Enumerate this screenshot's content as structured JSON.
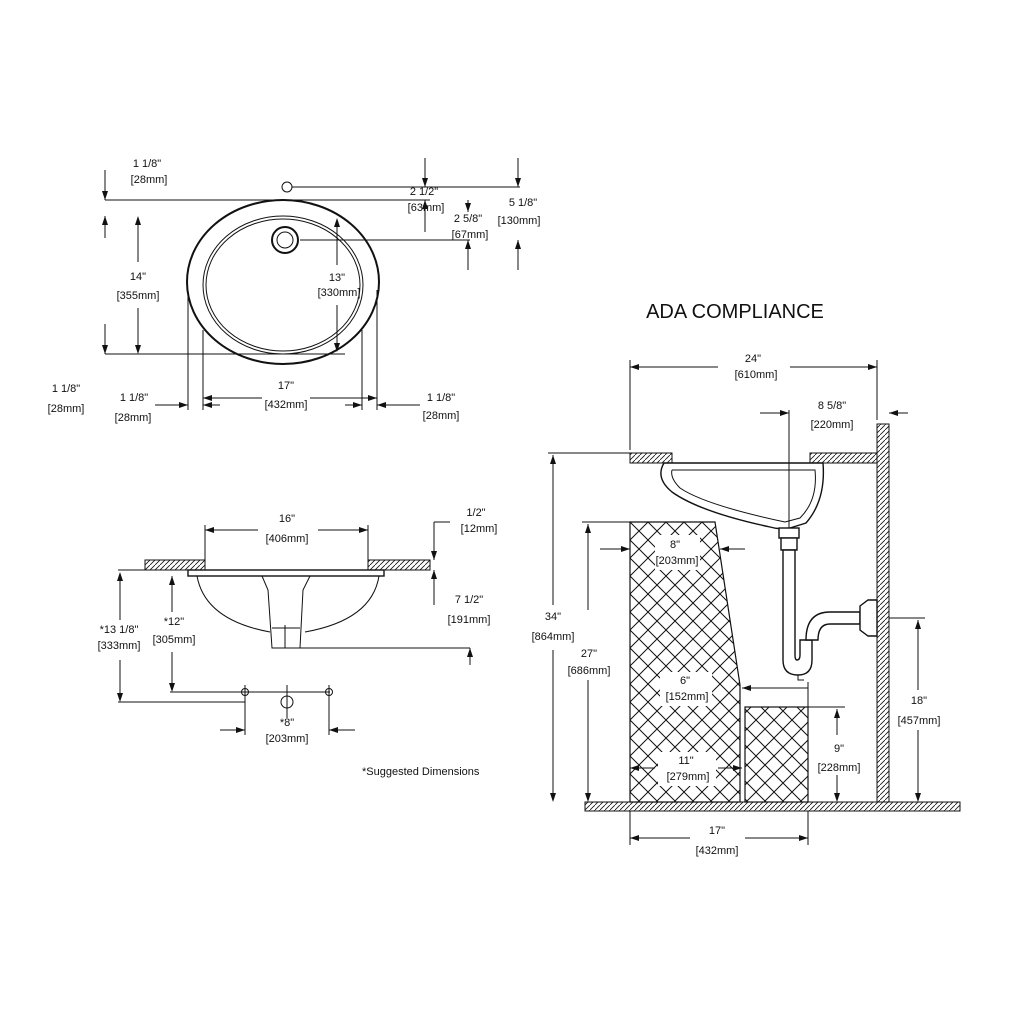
{
  "title": "ADA COMPLIANCE",
  "note": "*Suggested Dimensions",
  "top_view": {
    "d1": [
      "1 1/8\"",
      "[28mm]"
    ],
    "d2": [
      "2 1/2\"",
      "[63mm]"
    ],
    "d3": [
      "2 5/8\"",
      "[67mm]"
    ],
    "d4": [
      "5 1/8\"",
      "[130mm]"
    ],
    "d5": [
      "14\"",
      "[355mm]"
    ],
    "d6": [
      "13\"",
      "[330mm]"
    ],
    "d7": [
      "1 1/8\"",
      "[28mm]"
    ],
    "d8": [
      "1 1/8\"",
      "[28mm]"
    ],
    "d9": [
      "17\"",
      "[432mm]"
    ],
    "d10": [
      "1 1/8\"",
      "[28mm]"
    ]
  },
  "side_view": {
    "d1": [
      "16\"",
      "[406mm]"
    ],
    "d2": [
      "1/2\"",
      "[12mm]"
    ],
    "d3": [
      "7 1/2\"",
      "[191mm]"
    ],
    "d4": [
      "*13 1/8\"",
      "[333mm]"
    ],
    "d5": [
      "*12\"",
      "[305mm]"
    ],
    "d6": [
      "*8\"",
      "[203mm]"
    ]
  },
  "ada_view": {
    "d1": [
      "24\"",
      "[610mm]"
    ],
    "d2": [
      "8 5/8\"",
      "[220mm]"
    ],
    "d3": [
      "34\"",
      "[864mm]"
    ],
    "d4": [
      "27\"",
      "[686mm]"
    ],
    "d5": [
      "8\"",
      "[203mm]"
    ],
    "d6": [
      "6\"",
      "[152mm]"
    ],
    "d7": [
      "11\"",
      "[279mm]"
    ],
    "d8": [
      "9\"",
      "[228mm]"
    ],
    "d9": [
      "18\"",
      "[457mm]"
    ],
    "d10": [
      "17\"",
      "[432mm]"
    ]
  }
}
